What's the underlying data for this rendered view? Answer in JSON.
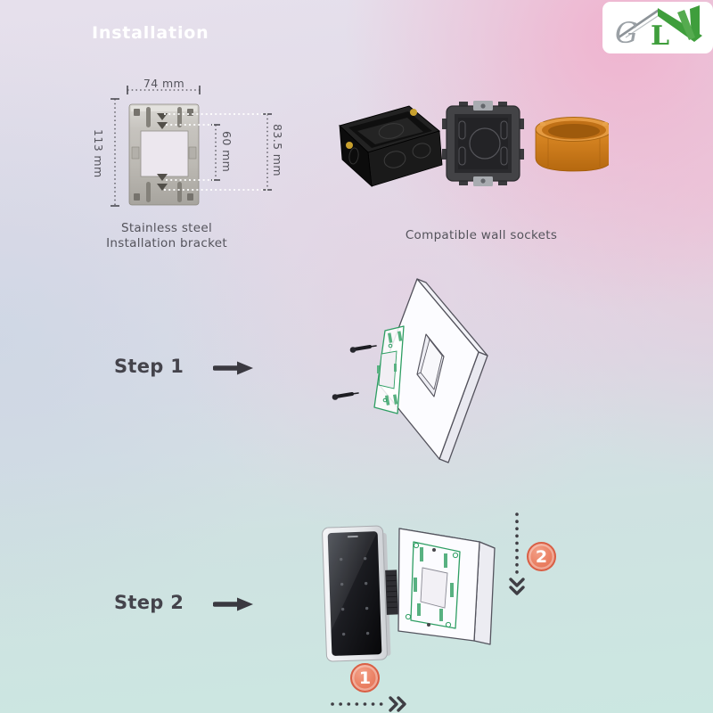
{
  "header": {
    "title": "Installation"
  },
  "logo": {
    "letter_g": "G",
    "letter_l": "L"
  },
  "bracket_figure": {
    "dims": {
      "width_top": "74 mm",
      "height_left": "113 mm",
      "inner_height": "60 mm",
      "outer_height": "83.5 mm"
    },
    "caption_line1": "Stainless steel",
    "caption_line2": "Installation bracket"
  },
  "sockets_figure": {
    "caption": "Compatible wall sockets"
  },
  "steps": [
    {
      "label": "Step 1"
    },
    {
      "label": "Step 2"
    }
  ],
  "step2_badges": [
    {
      "number": "1"
    },
    {
      "number": "2"
    }
  ],
  "colors": {
    "badge_orange": "#e97c60",
    "badge_ring": "#d95f45",
    "diagram_green": "#2e9e63",
    "logo_green": "#3f9e3c",
    "arrow_dark": "#3a3940",
    "socket_orange": "#d9831f",
    "pink_accent": "#f0b2ce",
    "mint_accent": "#cbe7e1"
  }
}
